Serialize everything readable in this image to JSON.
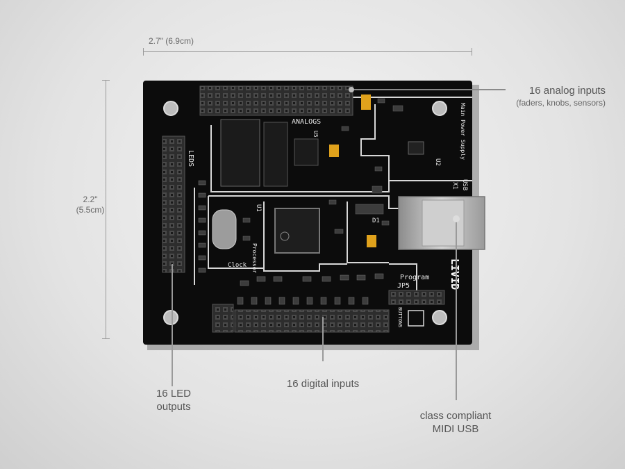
{
  "dimensions": {
    "width_label": "2.7\" (6.9cm)",
    "height_label_line1": "2.2\"",
    "height_label_line2": "(5.5cm)"
  },
  "callouts": {
    "analog": {
      "line1": "16 analog inputs",
      "line2": "(faders, knobs, sensors)"
    },
    "led": {
      "line1": "16 LED",
      "line2": "outputs"
    },
    "digital": {
      "line1": "16 digital inputs"
    },
    "usb": {
      "line1": "class compliant",
      "line2": "MIDI USB"
    }
  },
  "board": {
    "silkscreen": {
      "analogs": "ANALOGS",
      "leds": "LEDS",
      "main_power": "Main Power Supply",
      "usb": "USB",
      "usb_ref": "X1",
      "program": "Program",
      "jp5": "JP5",
      "clock": "Clock",
      "processor": "Processor",
      "buttons": "BUTTONS",
      "livid": "LIVID",
      "u1": "U1",
      "u2": "U2",
      "u5": "U5",
      "d1": "D1"
    }
  },
  "colors": {
    "pcb": "#0c0c0c",
    "silk": "#e8e8e8",
    "header": "#3a3a3a",
    "tantalum": "#e0a21c",
    "usb_metal": "#b9b9b9"
  }
}
